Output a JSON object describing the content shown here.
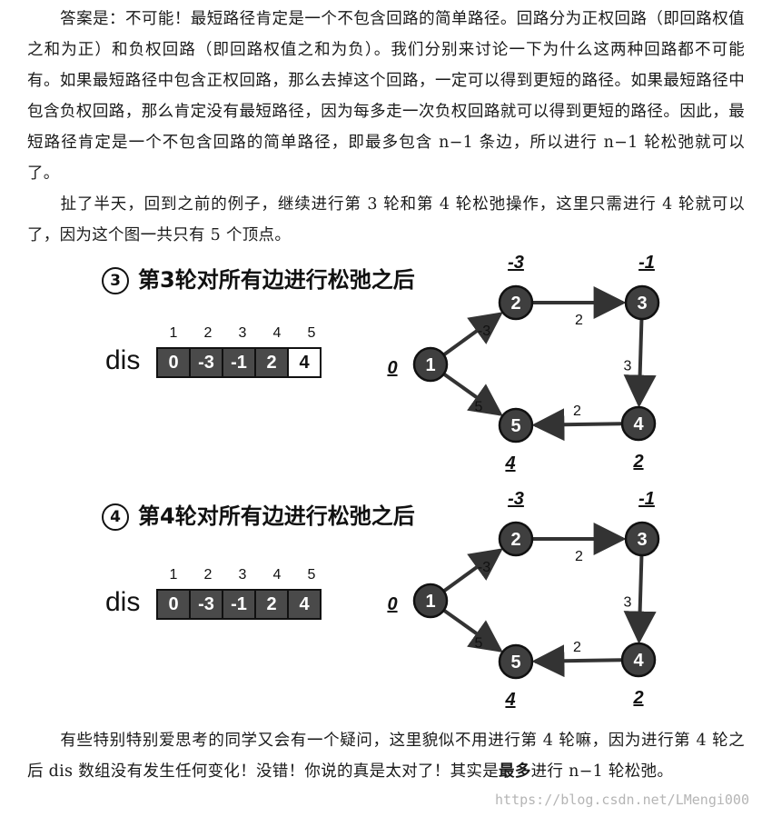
{
  "paragraphs": {
    "p1": "答案是：不可能！最短路径肯定是一个不包含回路的简单路径。回路分为正权回路（即回路权值之和为正）和负权回路（即回路权值之和为负）。我们分别来讨论一下为什么这两种回路都不可能有。如果最短路径中包含正权回路，那么去掉这个回路，一定可以得到更短的路径。如果最短路径中包含负权回路，那么肯定没有最短路径，因为每多走一次负权回路就可以得到更短的路径。因此，最短路径肯定是一个不包含回路的简单路径，即最多包含 n−1 条边，所以进行 n−1 轮松弛就可以了。",
    "p2": "扯了半天，回到之前的例子，继续进行第 3 轮和第 4 轮松弛操作，这里只需进行 4 轮就可以了，因为这个图一共只有 5 个顶点。",
    "p3_a": "有些特别特别爱思考的同学又会有一个疑问，这里貌似不用进行第 4 轮嘛，因为进行第 4 轮之后 dis 数组没有发生任何变化！没错！你说的真是太对了！其实是",
    "p3_bold": "最多",
    "p3_b": "进行 n−1 轮松弛。"
  },
  "steps": [
    {
      "step_number": "3",
      "title": "第3轮对所有边进行松弛之后",
      "dis_label": "dis",
      "indices": [
        "1",
        "2",
        "3",
        "4",
        "5"
      ],
      "values": [
        "0",
        "-3",
        "-1",
        "2",
        "4"
      ],
      "highlight_index": 4,
      "graph": {
        "nodes": [
          {
            "id": "1",
            "dist": "0"
          },
          {
            "id": "2",
            "dist": "-3"
          },
          {
            "id": "3",
            "dist": "-1"
          },
          {
            "id": "4",
            "dist": "2"
          },
          {
            "id": "5",
            "dist": "4"
          }
        ],
        "edges": [
          {
            "from": "1",
            "to": "2",
            "weight": "-3"
          },
          {
            "from": "2",
            "to": "3",
            "weight": "2"
          },
          {
            "from": "3",
            "to": "4",
            "weight": "3"
          },
          {
            "from": "4",
            "to": "5",
            "weight": "2"
          },
          {
            "from": "1",
            "to": "5",
            "weight": "5"
          }
        ]
      }
    },
    {
      "step_number": "4",
      "title": "第4轮对所有边进行松弛之后",
      "dis_label": "dis",
      "indices": [
        "1",
        "2",
        "3",
        "4",
        "5"
      ],
      "values": [
        "0",
        "-3",
        "-1",
        "2",
        "4"
      ],
      "highlight_index": -1,
      "graph": {
        "nodes": [
          {
            "id": "1",
            "dist": "0"
          },
          {
            "id": "2",
            "dist": "-3"
          },
          {
            "id": "3",
            "dist": "-1"
          },
          {
            "id": "4",
            "dist": "2"
          },
          {
            "id": "5",
            "dist": "4"
          }
        ],
        "edges": [
          {
            "from": "1",
            "to": "2",
            "weight": "-3"
          },
          {
            "from": "2",
            "to": "3",
            "weight": "2"
          },
          {
            "from": "3",
            "to": "4",
            "weight": "3"
          },
          {
            "from": "4",
            "to": "5",
            "weight": "2"
          },
          {
            "from": "1",
            "to": "5",
            "weight": "5"
          }
        ]
      }
    }
  ],
  "watermark": "https://blog.csdn.net/LMengi000"
}
